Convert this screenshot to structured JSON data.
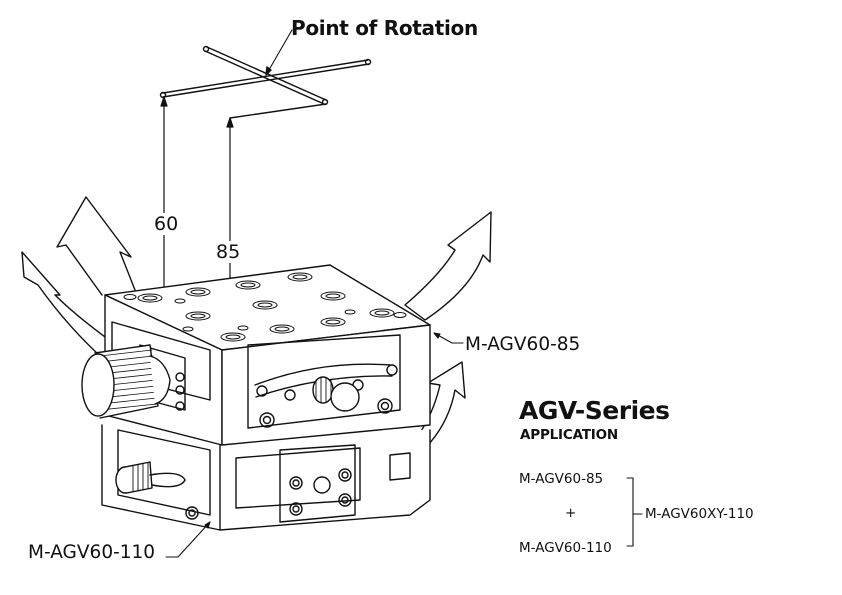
{
  "callouts": {
    "point_of_rotation": "Point of Rotation",
    "upper_stage": "M-AGV60-85",
    "lower_stage": "M-AGV60-110"
  },
  "dimensions": {
    "lower_height": "60",
    "upper_height": "85"
  },
  "legend": {
    "title": "AGV-Series",
    "subtitle": "APPLICATION",
    "component_1": "M-AGV60-85",
    "operator": "+",
    "component_2": "M-AGV60-110",
    "result": "M-AGV60XY-110"
  },
  "colors": {
    "line": "#111111",
    "background": "#ffffff"
  }
}
